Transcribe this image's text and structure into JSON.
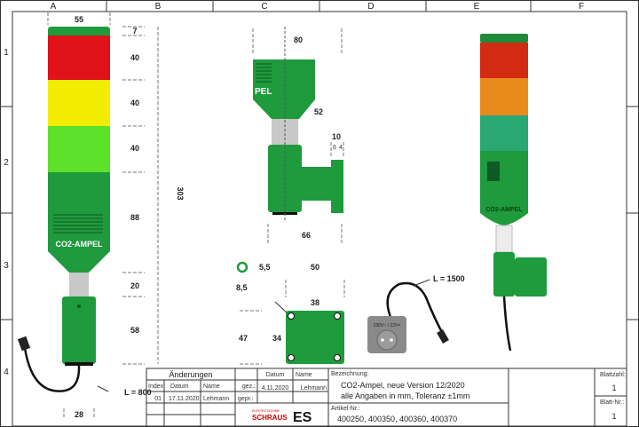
{
  "ruler": {
    "columns": [
      "A",
      "B",
      "C",
      "D",
      "E",
      "F"
    ],
    "rows": [
      "1",
      "2",
      "3",
      "4"
    ]
  },
  "front_view": {
    "width": "55",
    "segments": [
      "7",
      "40",
      "40",
      "40",
      "88",
      "20",
      "58"
    ],
    "total_height": "303",
    "label": "CO2-AMPEL",
    "cable_length": "L = 800",
    "base_width": "28"
  },
  "side_view": {
    "width": "80",
    "top_height": "52",
    "label": "PEL",
    "mount_depth": "10",
    "mount_parts": [
      "6",
      "4"
    ],
    "depth": "66"
  },
  "mount_plate": {
    "hole_diameter": "5,5",
    "hole_offset": "8,5",
    "width": "50",
    "hole_spacing_x": "38",
    "height": "47",
    "hole_spacing_y": "34"
  },
  "power_supply": {
    "cable_length": "L = 1500",
    "label": "230V~ / 12V="
  },
  "colors": {
    "red": "#e0131a",
    "yellow": "#f2ec00",
    "light_green": "#5ee12a",
    "green": "#1f9a3c"
  },
  "title_block": {
    "changes_header": "Änderungen",
    "col_index": "Index",
    "col_datum": "Datum",
    "col_name": "Name",
    "change_index": "01",
    "change_date": "17.11.2020",
    "change_name": "Lehmann",
    "datum_header": "Datum",
    "name_header": "Name",
    "gez_label": "gez.:",
    "gez_date": "4.11.2020",
    "gez_name": "Lehmann",
    "gepr_label": "gepr.:",
    "company_logo": "ELEKTROTECHNIK SCHRAUS ES",
    "bezeichnung_label": "Bezeichnung:",
    "bezeichnung_line1": "CO2-Ampel, neue Version 12/2020",
    "bezeichnung_line2": "alle Angaben in mm, Toleranz ±1mm",
    "artikel_label": "Artikel-Nr.:",
    "artikel_value": "400250, 400350, 400360, 400370",
    "blattzahl_label": "Blattzahl:",
    "blattzahl_value": "1",
    "blattnr_label": "Blatt-Nr.:",
    "blattnr_value": "1"
  }
}
